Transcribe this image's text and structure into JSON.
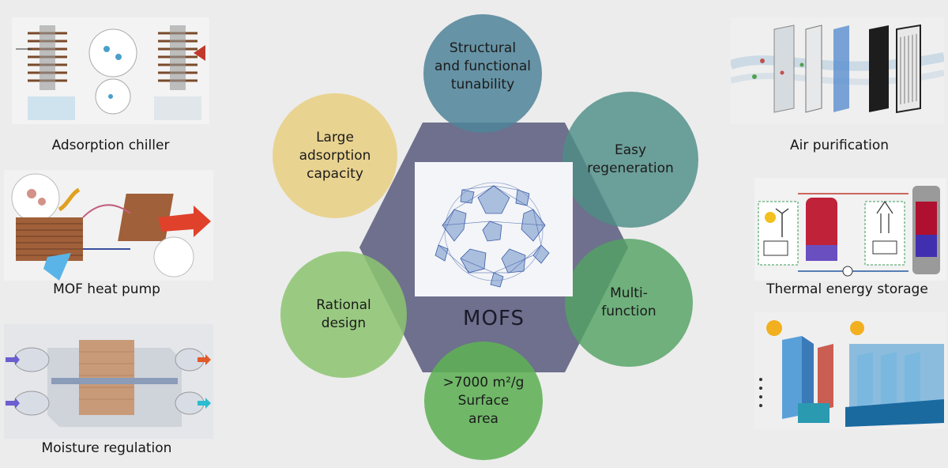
{
  "center": {
    "label": "MOFS"
  },
  "properties": [
    {
      "id": "tunability",
      "label": "Structural\nand functional\ntunability",
      "color": "#4f8499"
    },
    {
      "id": "regeneration",
      "label": "Easy\nregeneration",
      "color": "#4e8d86"
    },
    {
      "id": "multifunction",
      "label": "Multi-\nfunction",
      "color": "#53a264"
    },
    {
      "id": "surface-area",
      "label": ">7000 m²/g\nSurface\narea",
      "color": "#5fb055"
    },
    {
      "id": "rational-design",
      "label": "Rational\ndesign",
      "color": "#8cc470"
    },
    {
      "id": "adsorption-capacity",
      "label": "Large\nadsorption\ncapacity",
      "color": "#e8cf83"
    }
  ],
  "applications": {
    "adsorption_chiller": "Adsorption chiller",
    "heat_pump": "MOF heat pump",
    "moisture_regulation": "Moisture regulation",
    "air_purification": "Air purification",
    "thermal_storage": "Thermal energy storage"
  },
  "colors": {
    "hub": "#4a4d72",
    "background": "#ececec"
  }
}
